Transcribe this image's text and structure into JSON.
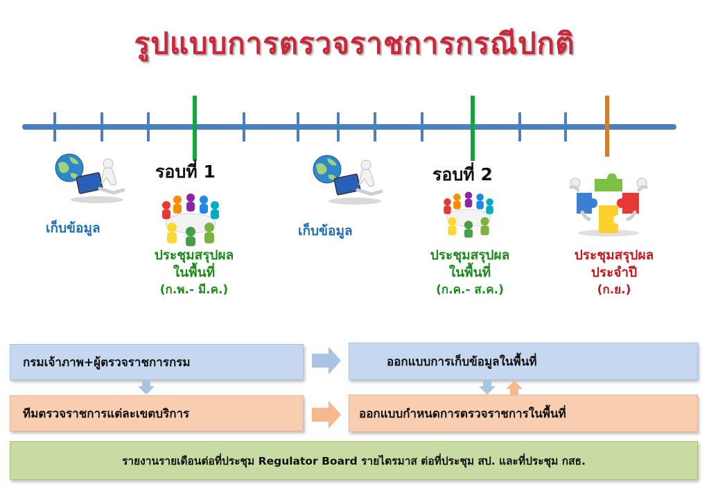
{
  "title": "รูปแบบการตรวจราชการกรณีปกติ",
  "timeline": {
    "round1": "รอบที่ 1",
    "round2": "รอบที่ 2"
  },
  "stages": {
    "collect1": "เก็บข้อมูล",
    "collect2": "เก็บข้อมูล",
    "meeting1": {
      "line1": "ประชุมสรุปผล",
      "line2": "ในพื้นที่",
      "line3": "(ก.พ.- มี.ค.)"
    },
    "meeting2": {
      "line1": "ประชุมสรุปผล",
      "line2": "ในพื้นที่",
      "line3": "(ก.ค.- ส.ค.)"
    },
    "annual": {
      "line1": "ประชุมสรุปผล",
      "line2": "ประจำปี",
      "line3": "(ก.ย.)"
    }
  },
  "flow": {
    "dept": "กรมเจ้าภาพ+ผู้ตรวจราชการกรม",
    "design_collect": "ออกแบบการเก็บข้อมูลในพื้นที่",
    "team": "ทีมตรวจราชการแต่ละเขตบริการ",
    "design_inspect": "ออกแบบกำหนดการตรวจราชการในพื้นที่",
    "report": "รายงานรายเดือนต่อที่ประชุม Regulator Board รายไตรมาส ต่อที่ประชุม สป. และที่ประชุม กสธ."
  },
  "colors": {
    "title": "#c8283a",
    "timeline": "#4a7fc0",
    "milestone_green": "#12a640",
    "milestone_orange": "#e07a1f"
  },
  "icons": [
    "globe-computer-icon",
    "meeting-circle-icon",
    "puzzle-team-icon"
  ]
}
